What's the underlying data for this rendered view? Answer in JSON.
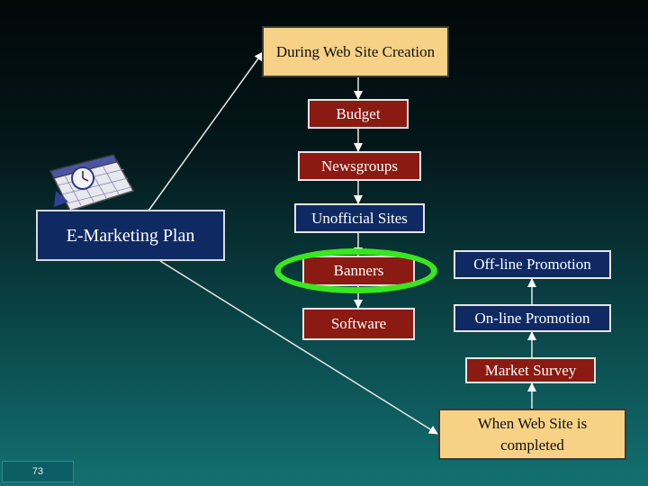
{
  "plan": {
    "label": "E-Marketing Plan"
  },
  "steps": [
    {
      "id": "during",
      "label": "During Web Site Creation"
    },
    {
      "id": "budget",
      "label": "Budget"
    },
    {
      "id": "newsgroups",
      "label": "Newsgroups"
    },
    {
      "id": "unofficial",
      "label": "Unofficial Sites"
    },
    {
      "id": "banners",
      "label": "Banners"
    },
    {
      "id": "software",
      "label": "Software"
    }
  ],
  "after_steps": [
    {
      "id": "offline",
      "label": "Off-line Promotion"
    },
    {
      "id": "online",
      "label": "On-line Promotion"
    },
    {
      "id": "survey",
      "label": "Market Survey"
    },
    {
      "id": "completed",
      "label": "When Web Site is completed"
    }
  ],
  "highlight": "Banners",
  "page_number": "73",
  "colors": {
    "background_top": "#020708",
    "background_bottom": "#137070",
    "step_box": "#8b1a12",
    "plan_box": "#0f2a63",
    "milestone_box": "#f7d286",
    "highlight_oval": "#39e61f"
  },
  "icons": [
    "calendar-icon"
  ]
}
